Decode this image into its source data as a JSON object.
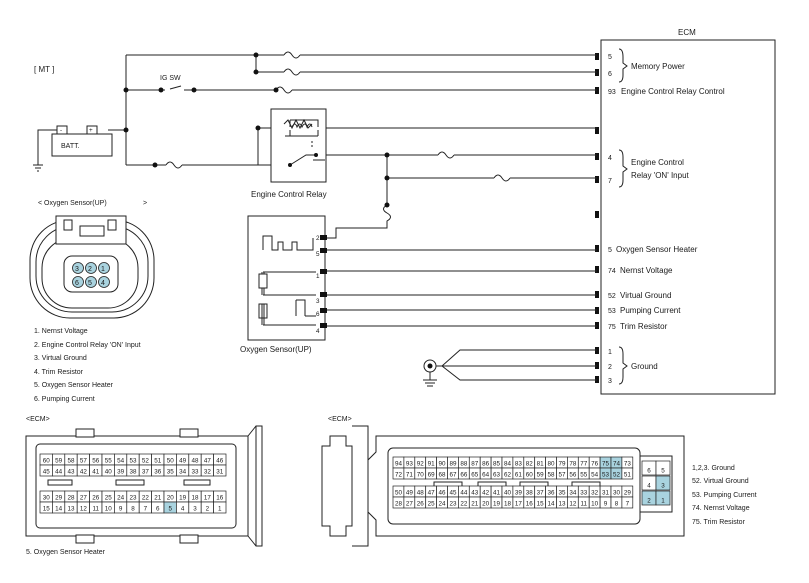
{
  "ecm": {
    "title": "ECM",
    "pins": [
      "5",
      "6",
      "93",
      "4",
      "7",
      "5",
      "74",
      "52",
      "53",
      "75",
      "1",
      "2",
      "3"
    ],
    "labels": {
      "memory_power": "Memory Power",
      "ecr_control": "Engine Control Relay Control",
      "ecr_on_input_1": "Engine Control",
      "ecr_on_input_2": "Relay 'ON' Input",
      "heater": "Oxygen Sensor Heater",
      "nernst": "Nernst Voltage",
      "virtual_ground": "Virtual Ground",
      "pumping_current": "Pumping Current",
      "trim_resistor": "Trim Resistor",
      "ground": "Ground"
    }
  },
  "circuit": {
    "mt_label": "[ MT ]",
    "ig_sw": "IG SW",
    "batt": "BATT.",
    "relay_label": "Engine Control Relay",
    "sensor_label": "Oxygen Sensor(UP)",
    "sensor_pins": [
      "2",
      "5",
      "1",
      "3",
      "6",
      "4"
    ]
  },
  "sensor_connector": {
    "title": "< Oxygen Sensor(UP)",
    "title_end": ">",
    "pins_top": [
      "3",
      "2",
      "1"
    ],
    "pins_bottom": [
      "6",
      "5",
      "4"
    ],
    "legend": [
      "1. Nernst Voltage",
      "2. Engine Control Relay 'ON' Input",
      "3. Virtual Ground",
      "4. Trim Resistor",
      "5.   Oxygen Sensor Heater",
      "6. Pumping Current"
    ]
  },
  "ecm_connector_left": {
    "title": "<ECM>",
    "row1": [
      "60",
      "59",
      "58",
      "57",
      "56",
      "55",
      "54",
      "53",
      "52",
      "51",
      "50",
      "49",
      "48",
      "47",
      "46"
    ],
    "row2": [
      "45",
      "44",
      "43",
      "42",
      "41",
      "40",
      "39",
      "38",
      "37",
      "36",
      "35",
      "34",
      "33",
      "32",
      "31"
    ],
    "row3": [
      "30",
      "29",
      "28",
      "27",
      "26",
      "25",
      "24",
      "23",
      "22",
      "21",
      "20",
      "19",
      "18",
      "17",
      "16"
    ],
    "row4": [
      "15",
      "14",
      "13",
      "12",
      "11",
      "10",
      "9",
      "8",
      "7",
      "6",
      "5",
      "4",
      "3",
      "2",
      "1"
    ],
    "highlight": [
      "5"
    ],
    "caption": "5. Oxygen Sensor Heater"
  },
  "ecm_connector_right": {
    "title": "<ECM>",
    "row1": [
      "94",
      "93",
      "92",
      "91",
      "90",
      "89",
      "88",
      "87",
      "86",
      "85",
      "84",
      "83",
      "82",
      "81",
      "80",
      "79",
      "78",
      "77",
      "76",
      "75",
      "74",
      "73"
    ],
    "row2": [
      "72",
      "71",
      "70",
      "69",
      "68",
      "67",
      "66",
      "65",
      "64",
      "63",
      "62",
      "61",
      "60",
      "59",
      "58",
      "57",
      "56",
      "55",
      "54",
      "53",
      "52",
      "51"
    ],
    "row3": [
      "50",
      "49",
      "48",
      "47",
      "46",
      "45",
      "44",
      "43",
      "42",
      "41",
      "40",
      "39",
      "38",
      "37",
      "36",
      "35",
      "34",
      "33",
      "32",
      "31",
      "30",
      "29"
    ],
    "row4": [
      "28",
      "27",
      "26",
      "25",
      "24",
      "23",
      "22",
      "21",
      "20",
      "19",
      "18",
      "17",
      "16",
      "15",
      "14",
      "13",
      "12",
      "11",
      "10",
      "9",
      "8",
      "7"
    ],
    "small_block": [
      "6",
      "5",
      "4",
      "3",
      "2",
      "1"
    ],
    "highlight": [
      "75",
      "74",
      "53",
      "52",
      "3",
      "2",
      "1"
    ],
    "legend": [
      "1,2,3. Ground",
      "52. Virtual Ground",
      "53. Pumping Current",
      "74. Nernst Voltage",
      "75. Trim Resistor"
    ]
  },
  "colors": {
    "highlight": "#a9d3df",
    "line": "#222222"
  }
}
